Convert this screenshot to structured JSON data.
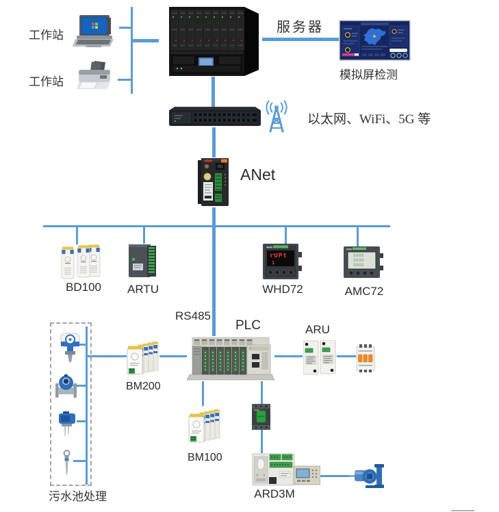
{
  "colors": {
    "line": "#5B9BD5",
    "text": "#333333",
    "dash-border": "#a3a3a3",
    "screen-navy": "#1c2c64",
    "accent-pink": "#e5399a",
    "led-red": "#ff3b30",
    "wifi-blue": "#5B9BD5"
  },
  "workstations": {
    "top_label": "工作站",
    "bottom_label": "工作站"
  },
  "server": {
    "label": "服务器"
  },
  "dashboard": {
    "caption": "模拟屏检测"
  },
  "network": {
    "caption": "以太网、WiFi、5G 等",
    "gateway_label": "ANet"
  },
  "bus_devices": {
    "bd100": "BD100",
    "artu": "ARTU",
    "whd72": "WHD72",
    "amc72": "AMC72"
  },
  "displays": {
    "whd72_text": "rUPt",
    "whd72_digit": "1",
    "amc72_row": "8888"
  },
  "field": {
    "rs485": "RS485",
    "plc": "PLC",
    "aru": "ARU",
    "bm200": "BM200",
    "bm100": "BM100",
    "ard3m": "ARD3M"
  },
  "sewage": {
    "label": "污水池处理"
  }
}
